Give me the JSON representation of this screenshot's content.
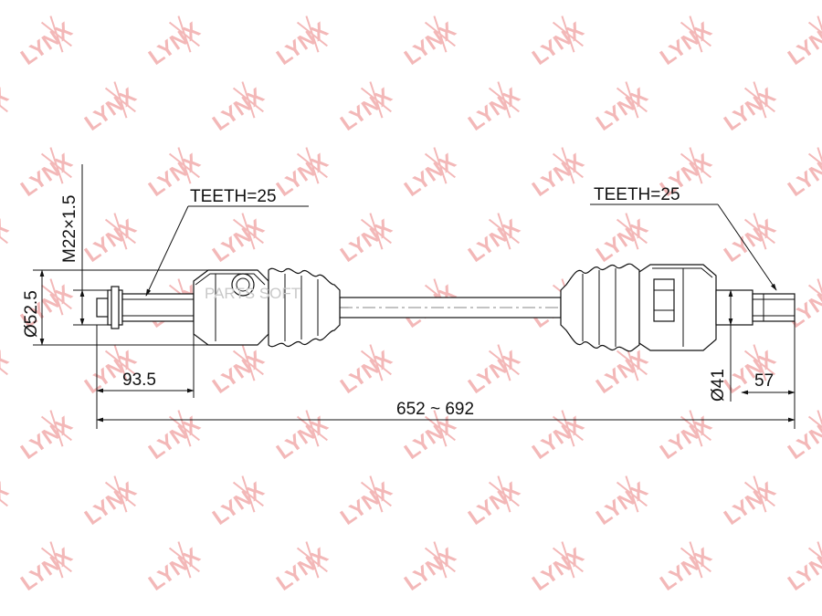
{
  "watermark": {
    "text": "LYNX",
    "color": "#f3b8b8"
  },
  "overlay": {
    "text": "PARTS SOFT",
    "color": "#c8c8c8"
  },
  "labels": {
    "thread": "M22×1.5",
    "outer_diameter": "Ø52.5",
    "teeth_left": "TEETH=25",
    "teeth_right": "TEETH=25",
    "left_length": "93.5",
    "right_length": "57",
    "inner_diameter": "Ø41",
    "total_length": "652 ~ 692"
  }
}
